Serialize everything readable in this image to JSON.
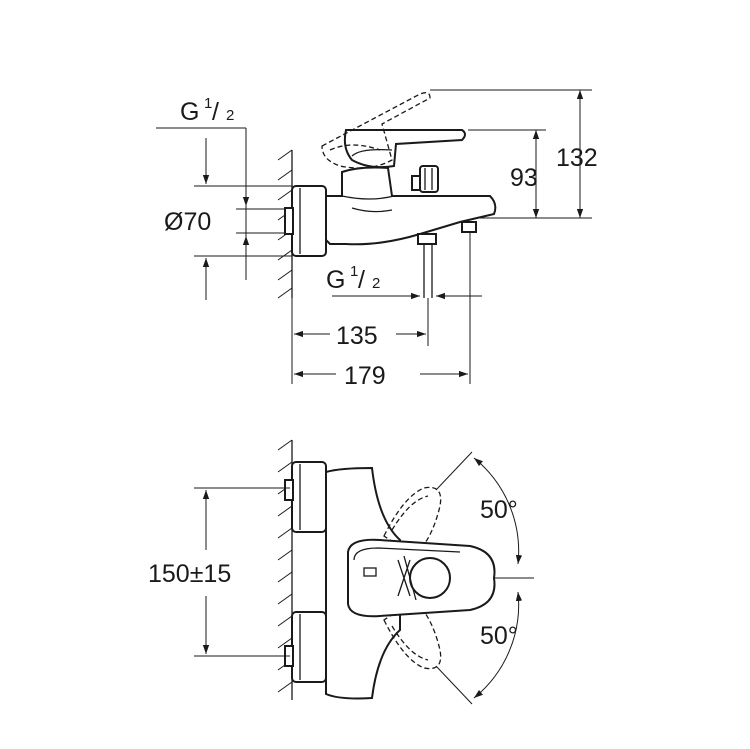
{
  "side_view": {
    "thread_top": {
      "base": "G",
      "numerator": "1",
      "slash": "/",
      "denominator": "2"
    },
    "diameter": "Ø70",
    "dim_93": "93",
    "dim_132": "132",
    "thread_bottom": {
      "base": "G",
      "numerator": "1",
      "slash": "/",
      "denominator": "2"
    },
    "dim_135": "135",
    "dim_179": "179"
  },
  "front_view": {
    "centers": "150±15",
    "angle_up": "50°",
    "angle_down": "50°"
  }
}
